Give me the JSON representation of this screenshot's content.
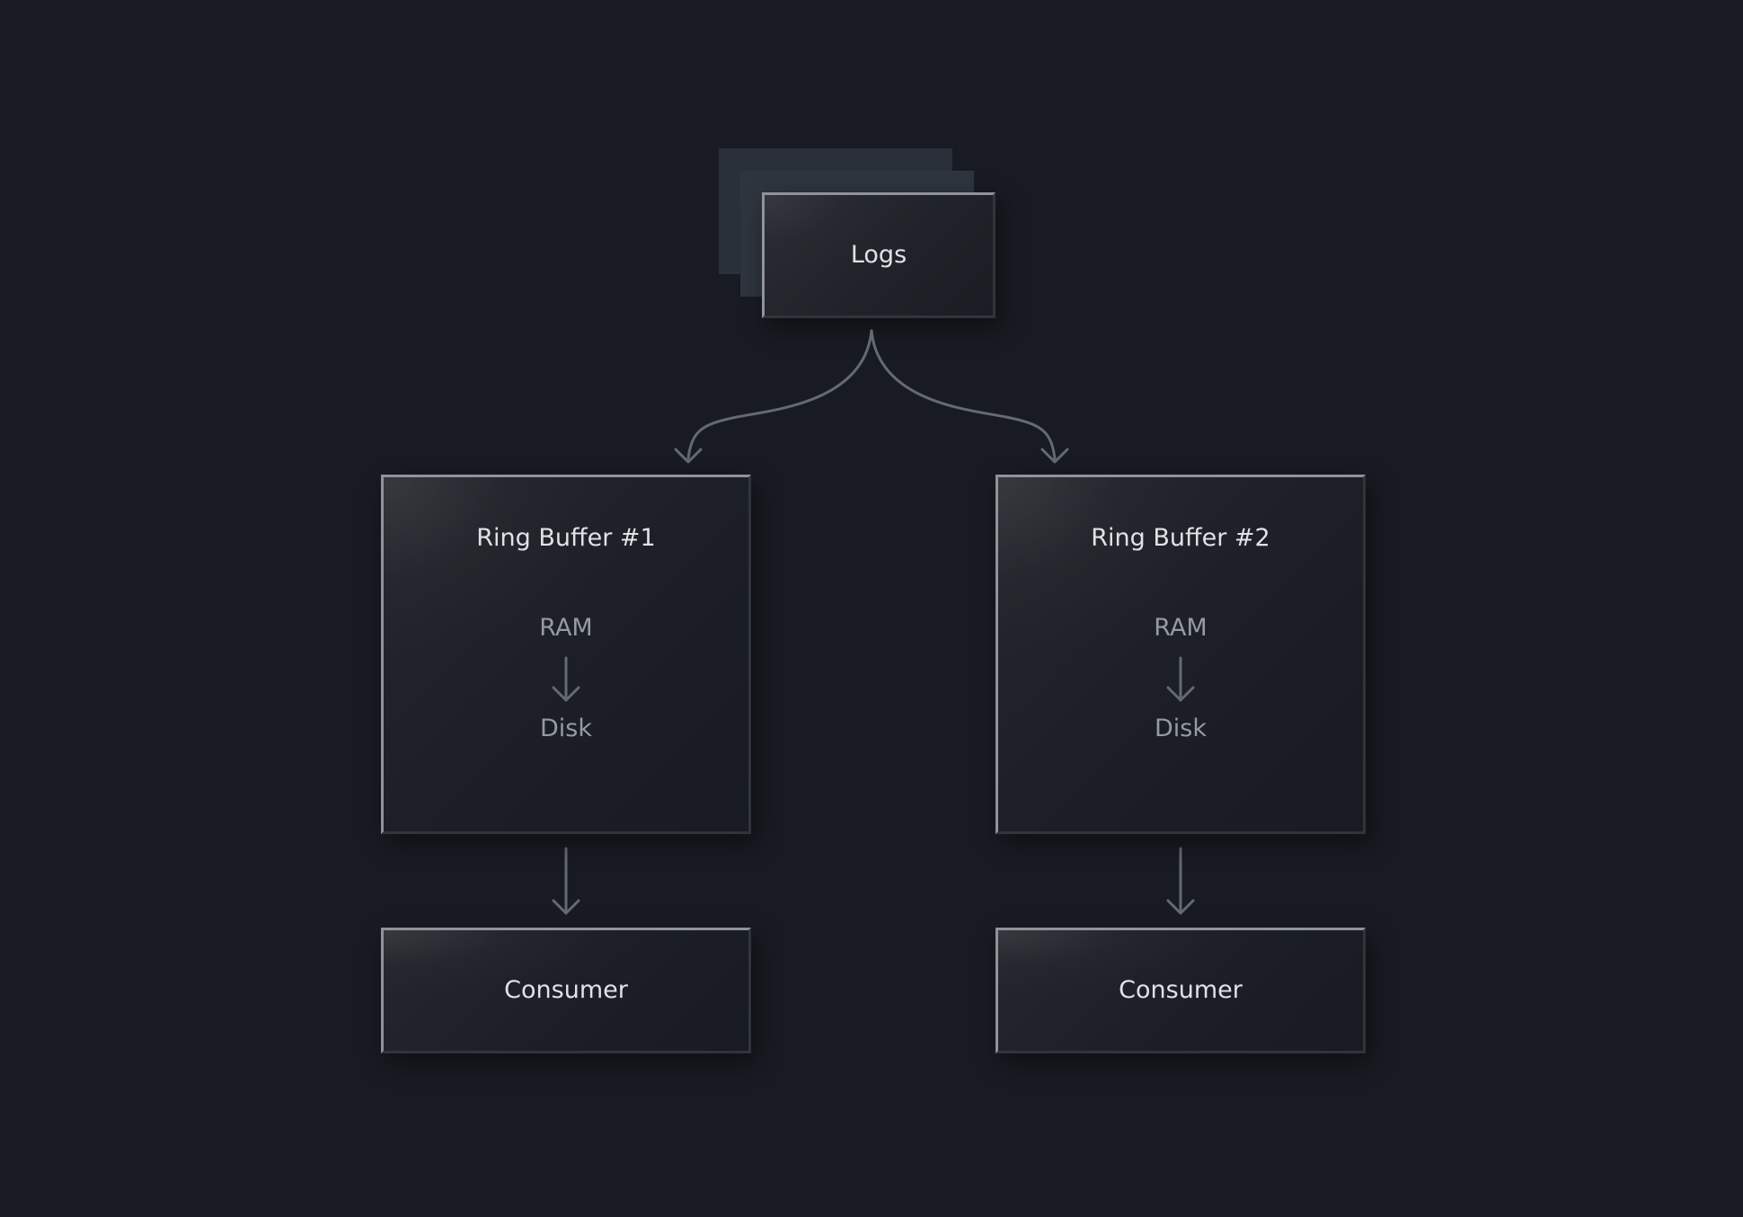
{
  "nodes": {
    "logs": {
      "label": "Logs"
    },
    "ring_buffer_1": {
      "title": "Ring Buffer #1",
      "top_label": "RAM",
      "bottom_label": "Disk"
    },
    "ring_buffer_2": {
      "title": "Ring Buffer #2",
      "top_label": "RAM",
      "bottom_label": "Disk"
    },
    "consumer_1": {
      "label": "Consumer"
    },
    "consumer_2": {
      "label": "Consumer"
    }
  },
  "edges": [
    {
      "from": "logs",
      "to": "ring_buffer_1"
    },
    {
      "from": "logs",
      "to": "ring_buffer_2"
    },
    {
      "from": "ring_buffer_1",
      "to": "consumer_1"
    },
    {
      "from": "ring_buffer_2",
      "to": "consumer_2"
    }
  ],
  "colors": {
    "background": "#181b22",
    "box_border_light": "#8f949a",
    "connector": "#646a74",
    "primary_text": "#dfe2e7",
    "secondary_text": "#959aa6"
  }
}
